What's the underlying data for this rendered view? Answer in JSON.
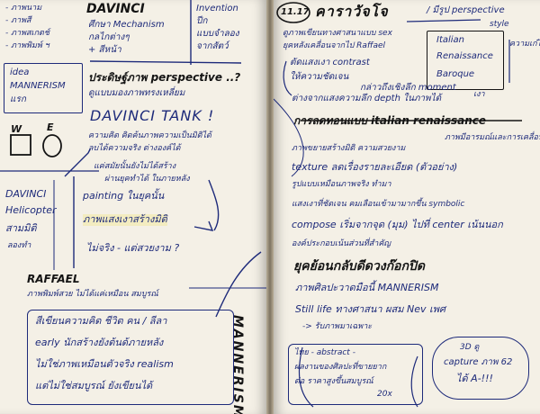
{
  "left_page": {
    "top_left_list": [
      "- ภาพนาม",
      "- ภาพสี",
      "- ภาพสเกตช์",
      "- ภาพพิมพ์ ฯ"
    ],
    "heading_davinci": "DAVINCI",
    "davinci_lines": [
      "ศึกษา Mechanism",
      "กลไกต่างๆ",
      "+ สีหน้า"
    ],
    "invention_lines": [
      "Invention",
      "ปีก",
      "แบบจำลอง",
      "จากสัตว์"
    ],
    "idea_box": [
      "idea",
      "MANNERISM",
      "แรก"
    ],
    "perspective_note": "ประดิษฐ์ภาพ perspective ..?",
    "perspective_sub": "ดูแบบมองภาพทรงเหลี่ยม",
    "davinci_tank": "DAVINCI TANK !",
    "tank_lines": [
      "ความคิด คิดค้นภาพความเป็นมิติได้",
      "ลบได้ความจริง ต่างองค์ได้"
    ],
    "arrow_note_1": "แค่สมัยนั้นยังไม่ได้สร้าง",
    "arrow_note_2": "ผ่านยุคทำได้ ในภายหลัง",
    "symbol_labels": [
      "W",
      "E"
    ],
    "helicopter_lines": [
      "DAVINCI",
      "Helicopter",
      "สามมิติ",
      "ลองทำ"
    ],
    "painting_lines": [
      "painting ในยุคนั้น",
      "ภาพแสงเงาสร้างมิติ",
      "ไม่จริง - แต่สวยงาม ?"
    ],
    "raffael": "RAFFAEL",
    "raffael_sub": "ภาพพิมพ์สวย ไม่ได้แค่เหมือน สมบูรณ์",
    "bottom_box_lines": [
      "สีเขียนความคิด ชีวิต คน / ลีลา",
      "early นักสร้างยังต้นด้ภายหลัง",
      "ไม่ใช่ภาพเหมือนตัวจริง realism",
      "แต่ไม่ใช่สมบูรณ์ ยังเขียนได้"
    ],
    "side_text": "MANNERISM"
  },
  "right_page": {
    "date": "11.17",
    "title": "คาราวัจโจ",
    "title_note": "/ มีรูป perspective",
    "style_label": "style",
    "style_box": [
      "Italian",
      "Renaissance",
      "Baroque"
    ],
    "style_side": "ความเก๋ไก๋",
    "style_side2": "เงา",
    "intro_lines": [
      "ดูภาพเขียนทางศาสนาแบบ sex",
      "ยุคหลังเคลื่อนจากไป Raffael"
    ],
    "contrast_lines": [
      "ตัดแสงเงา contrast",
      "ให้ความชัดเจน",
      "กล่าวถึงเชิงลึก moment",
      "ต่างจากแสงความลึก depth ในภาพได้"
    ],
    "heading_italian": "การลดทอนแบบ italian renaissance",
    "italian_side": "ภาพมีอารมณ์และการเคลื่อนไหว",
    "line_more": "ภาพขยายสร้างมิติ ความสวยงาม",
    "texture_line": "texture ลดเรื่องรายละเอียด  (ตัวอย่าง)",
    "texture_sub": "รูปแบบเหมือนภาพจริง ทำมา",
    "symbolic_line": "แสงเงาที่ชัดเจน คมเลือนเข้ามามากขึ้น symbolic",
    "compose_line": "compose เริ่มจากจุด (มุม) ไปที่ center เน้นนอก",
    "compose_sub": "องค์ประกอบเน้นส่วนที่สำคัญ",
    "heading_yuk": "ยุคย้อนกลับดีดวงก๊อกปิด",
    "mannerism_line": "ภาพศิลปะวาดมือนี้ MANNERISM",
    "still_line": "Still life ทางศาสนา ผสม Nev เพศ",
    "still_sub": "-> รับภาพมาเฉพาะ",
    "box_abstract": [
      "ไทย - abstract -",
      "ผลงานของศิลปะที่ขายยาก",
      "ต่อ ราคาสูงขึ้นสมบูรณ์",
      "20x"
    ],
    "capture_lines": [
      "3D ดู",
      "capture ภาพ 62",
      "ได้ A-!!!"
    ]
  }
}
